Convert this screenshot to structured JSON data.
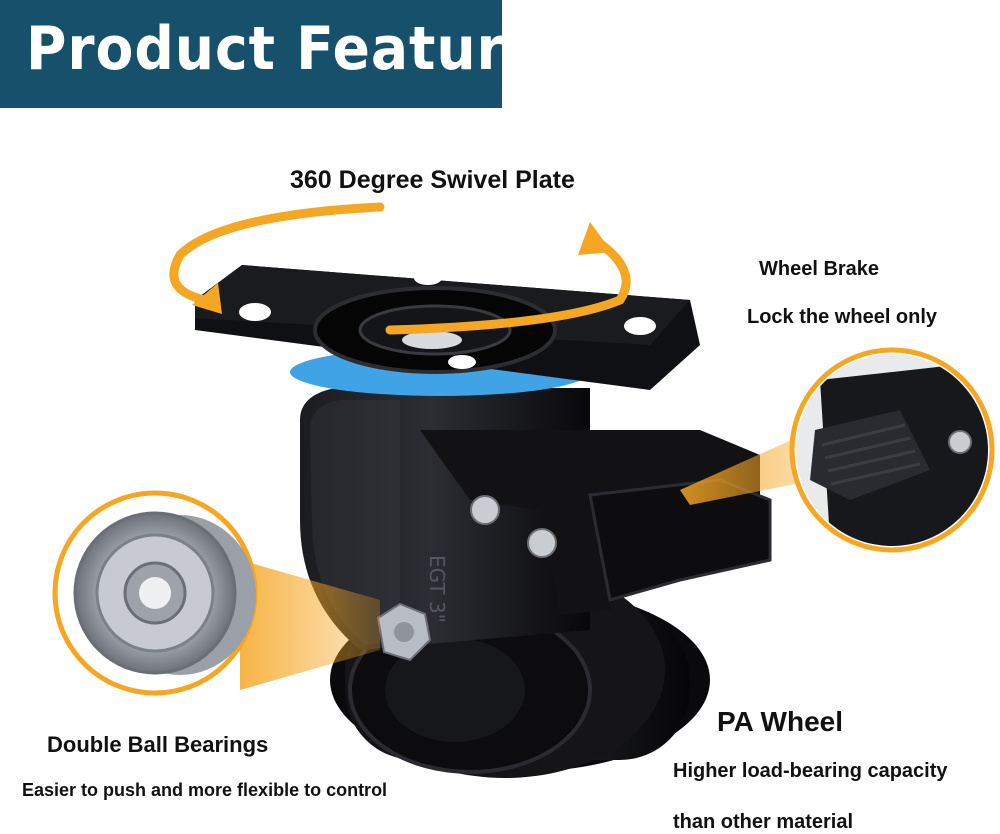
{
  "header": {
    "title": "Product Features"
  },
  "features": {
    "swivel": {
      "title": "360 Degree Swivel Plate"
    },
    "brake": {
      "title": "Wheel Brake",
      "subtitle": "Lock the wheel only"
    },
    "bearings": {
      "title": "Double Ball Bearings",
      "subtitle": "Easier to push and more flexible to control"
    },
    "wheel": {
      "title": "PA Wheel",
      "subtitle_line1": "Higher load-bearing capacity",
      "subtitle_line2": "than other material"
    }
  },
  "product": {
    "housing_marking": "EGT 3\""
  },
  "colors": {
    "banner": "#17506b",
    "accent_orange": "#f5a623",
    "swivel_ring": "#3fa3e6",
    "caster_body": "#0b0b0d"
  },
  "icons": [
    "rotation-arrow-icon",
    "callout-bubble-icon"
  ]
}
